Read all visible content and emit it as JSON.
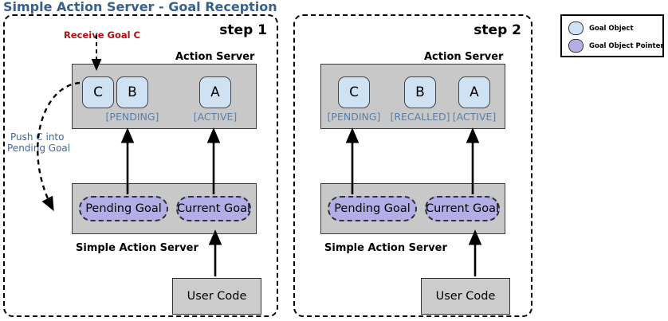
{
  "title": "Simple Action Server - Goal Reception",
  "colors": {
    "title_blue": "#36618e",
    "state_label_blue": "#5a7fa6",
    "annotation_blue": "#3d6a9e",
    "annotation_red": "#aa1111",
    "goal_object_fill": "#cfe2f3",
    "goal_pointer_fill": "#b3aee6",
    "container_gray": "#c8c8c8",
    "user_code_gray": "#cccccc"
  },
  "steps": [
    {
      "label": "step 1",
      "action_server": {
        "caption": "Action Server",
        "goals": [
          {
            "name": "C",
            "state": ""
          },
          {
            "name": "B",
            "state": "[PENDING]"
          },
          {
            "name": "A",
            "state": "[ACTIVE]"
          }
        ]
      },
      "simple_action_server": {
        "caption": "Simple Action Server",
        "pointers": [
          {
            "label": "Pending Goal"
          },
          {
            "label": "Current Goal"
          }
        ]
      },
      "user_code": {
        "label": "User Code"
      },
      "annotations": {
        "receive": "Receive Goal C",
        "push_line1": "Push C into",
        "push_line2": "Pending Goal"
      }
    },
    {
      "label": "step 2",
      "action_server": {
        "caption": "Action Server",
        "goals": [
          {
            "name": "C",
            "state": "[PENDING]"
          },
          {
            "name": "B",
            "state": "[RECALLED]"
          },
          {
            "name": "A",
            "state": "[ACTIVE]"
          }
        ]
      },
      "simple_action_server": {
        "caption": "Simple Action Server",
        "pointers": [
          {
            "label": "Pending Goal"
          },
          {
            "label": "Current Goal"
          }
        ]
      },
      "user_code": {
        "label": "User Code"
      }
    }
  ],
  "legend": {
    "items": [
      {
        "label": "Goal Object",
        "swatch": "goal-object"
      },
      {
        "label": "Goal Object Pointer",
        "swatch": "goal-object-pointer"
      }
    ]
  }
}
